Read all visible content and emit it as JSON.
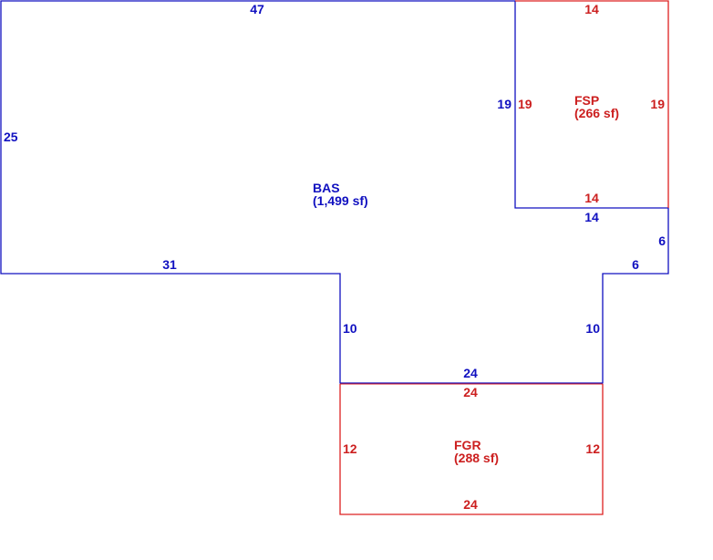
{
  "areas": {
    "bas": {
      "code": "BAS",
      "size": "(1,499 sf)",
      "color": "#1010c0"
    },
    "fsp": {
      "code": "FSP",
      "size": "(266 sf)",
      "color": "#cc1f1f"
    },
    "fgr": {
      "code": "FGR",
      "size": "(288 sf)",
      "color": "#cc1f1f"
    }
  },
  "dimensions": {
    "bas": {
      "top": "47",
      "left": "25",
      "bottom_left": "31",
      "notch_left": "10",
      "bottom_mid": "24",
      "notch_right": "10",
      "step_h": "6",
      "step_v": "6",
      "under_fsp": "14",
      "beside_fsp": "19"
    },
    "fsp": {
      "top": "14",
      "left": "19",
      "right": "19",
      "bottom": "14"
    },
    "fgr": {
      "top": "24",
      "left": "12",
      "right": "12",
      "bottom": "24"
    }
  }
}
